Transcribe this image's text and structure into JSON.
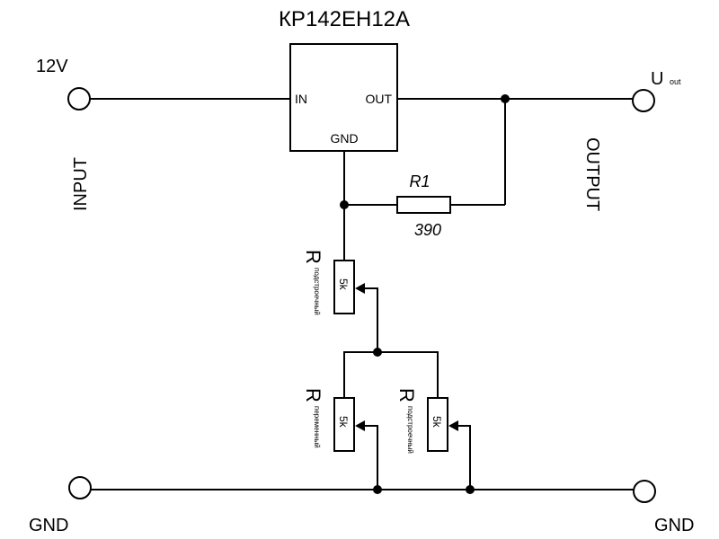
{
  "diagram": {
    "ic": {
      "part_number": "КР142ЕН12А",
      "pin_in": "IN",
      "pin_out": "OUT",
      "pin_gnd": "GND"
    },
    "input": {
      "voltage_label": "12V",
      "side_label": "INPUT"
    },
    "output": {
      "symbol": "U",
      "subscript": "out",
      "side_label": "OUTPUT"
    },
    "r1": {
      "designator": "R1",
      "value": "390"
    },
    "trimmer_top": {
      "symbol": "R",
      "type": "подстроечный",
      "value": "5k"
    },
    "variable_bottom_left": {
      "symbol": "R",
      "type": "переменный",
      "value": "5k"
    },
    "trimmer_bottom_right": {
      "symbol": "R",
      "type": "подстроечный",
      "value": "5k"
    },
    "ground": {
      "left_label": "GND",
      "right_label": "GND"
    }
  }
}
